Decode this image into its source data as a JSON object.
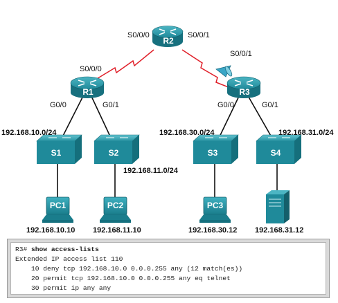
{
  "devices": {
    "r1": "R1",
    "r2": "R2",
    "r3": "R3",
    "s1": "S1",
    "s2": "S2",
    "s3": "S3",
    "s4": "S4",
    "pc1": "PC1",
    "pc2": "PC2",
    "pc3": "PC3"
  },
  "interfaces": {
    "r2_left": "S0/0/0",
    "r2_right": "S0/0/1",
    "r1_serial": "S0/0/0",
    "r3_serial": "S0/0/1",
    "r1_g00": "G0/0",
    "r1_g01": "G0/1",
    "r3_g00": "G0/0",
    "r3_g01": "G0/1"
  },
  "networks": {
    "net_10": "192.168.10.0/24",
    "net_11": "192.168.11.0/24",
    "net_30": "192.168.30.0/24",
    "net_31": "192.168.31.0/24"
  },
  "hosts": {
    "pc1_ip": "192.168.10.10",
    "pc2_ip": "192.168.11.10",
    "pc3_ip": "192.168.30.12",
    "server_ip": "192.168.31.12"
  },
  "cli": {
    "prompt": "R3# ",
    "command": "show access-lists",
    "line1": "Extended IP access list 110",
    "line2": "    10 deny tcp 192.168.10.0 0.0.0.255 any (12 match(es))",
    "line3": "    20 permit tcp 192.168.10.0 0.0.0.255 any eq telnet",
    "line4": "    30 permit ip any any"
  },
  "colors": {
    "device_teal": "#1f8a9a",
    "serial_link": "#e0202a",
    "acl_marker": "#3aa6c6"
  }
}
